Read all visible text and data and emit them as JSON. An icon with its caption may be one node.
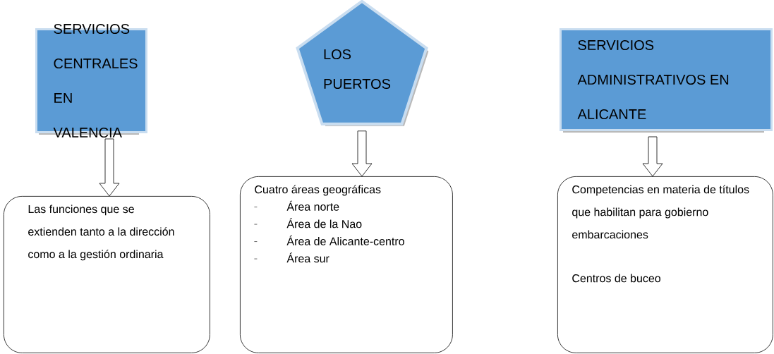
{
  "diagram": {
    "nodes": [
      {
        "text": [
          "SERVICIOS CENTRALES EN VALENCIA"
        ]
      },
      {
        "text": [
          "LOS PUERTOS"
        ]
      },
      {
        "text": [
          "SERVICIOS ADMINISTRATIVOS EN ALICANTE"
        ]
      },
      {
        "text": [
          "Las funciones que se extienden tanto  a la dirección como a la gestión ordinaria"
        ]
      },
      {
        "text": [
          "Cuatro áreas geográficas",
          "Área norte",
          "Área de la Nao",
          "Área de Alicante-centro",
          "Área sur"
        ]
      },
      {
        "text": [
          "Competencias en materia de títulos que habilitan para gobierno embarcaciones",
          "Centros de buceo"
        ]
      }
    ],
    "edges": [
      {
        "from": 0,
        "to": 3,
        "arrow": "to"
      },
      {
        "from": 1,
        "to": 4,
        "arrow": "to"
      },
      {
        "from": 2,
        "to": 5,
        "arrow": "to"
      }
    ]
  }
}
